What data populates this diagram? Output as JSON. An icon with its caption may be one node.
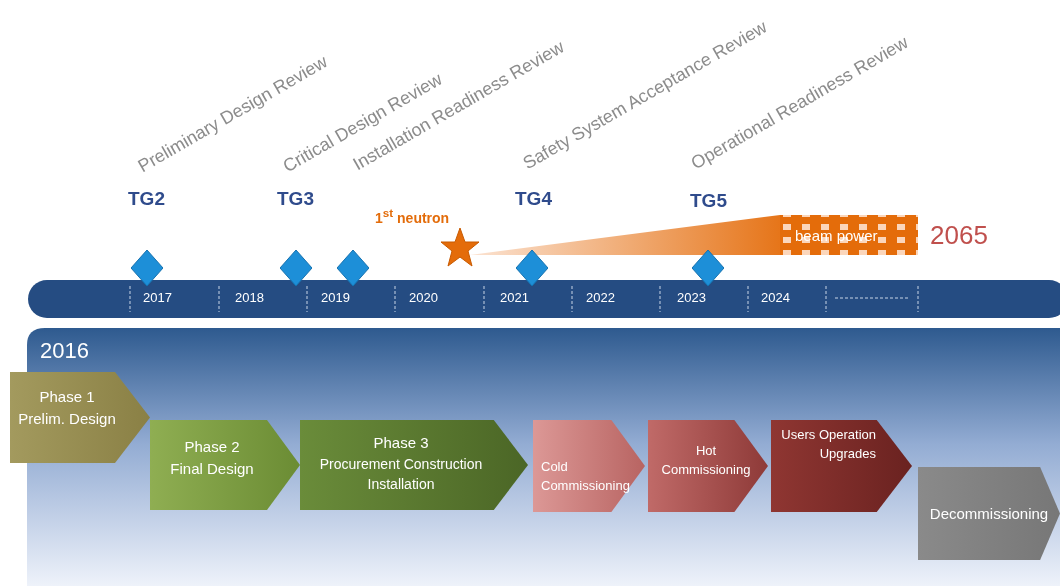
{
  "diagram": {
    "nodes": [
      {
        "text": [
          "Phase 1",
          "Prelim. Design"
        ]
      },
      {
        "text": [
          "Phase 2",
          "Final Design"
        ]
      },
      {
        "text": [
          "Phase 3",
          "Procurement Construction Installation"
        ]
      },
      {
        "text": [
          "Cold Commissioning"
        ]
      },
      {
        "text": [
          "Hot Commissioning"
        ]
      },
      {
        "text": [
          "Users Operation Upgrades"
        ]
      },
      {
        "text": [
          "Decommissioning"
        ]
      }
    ],
    "edges": [],
    "labels": [
      "Preliminary Design Review",
      "Critical Design Review",
      "Installation Readiness Review",
      "Safety System Acceptance Review",
      "Operational Readiness Review",
      "TG2",
      "TG3",
      "1$^{st}$ neutron",
      "TG4",
      "TG5",
      "beam power",
      "2065",
      "2017",
      "2018",
      "2019",
      "2020",
      "2021",
      "2022",
      "2023",
      "2024",
      "2016"
    ]
  }
}
